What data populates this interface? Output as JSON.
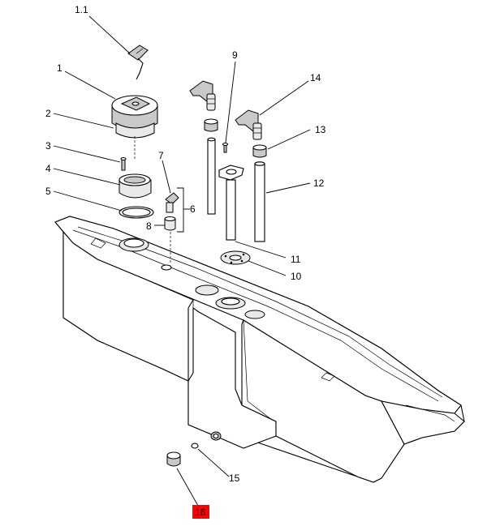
{
  "diagram": {
    "labels": {
      "p1_1": "1.1",
      "p1": "1",
      "p2": "2",
      "p3": "3",
      "p4": "4",
      "p5": "5",
      "p6": "6",
      "p7": "7",
      "p8": "8",
      "p9": "9",
      "p10": "10",
      "p11": "11",
      "p12": "12",
      "p13": "13",
      "p14": "14",
      "p15": "15",
      "p16": "16"
    },
    "highlight_color": "#ff0000",
    "highlighted_part": "16"
  }
}
